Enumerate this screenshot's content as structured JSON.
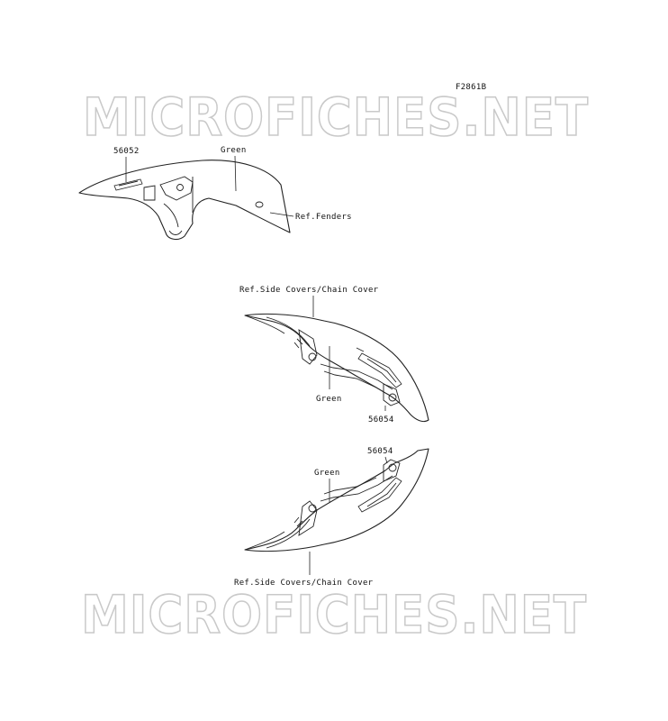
{
  "figure_id": "F2861B",
  "watermark": "MICROFICHES.NET",
  "front_fender": {
    "part_number": "56052",
    "color_label": "Green",
    "ref_label": "Ref.Fenders"
  },
  "upper_cover": {
    "ref_label": "Ref.Side Covers/Chain Cover",
    "color_label": "Green",
    "part_number": "56054"
  },
  "lower_cover": {
    "part_number": "56054",
    "color_label": "Green",
    "ref_label": "Ref.Side Covers/Chain Cover"
  }
}
